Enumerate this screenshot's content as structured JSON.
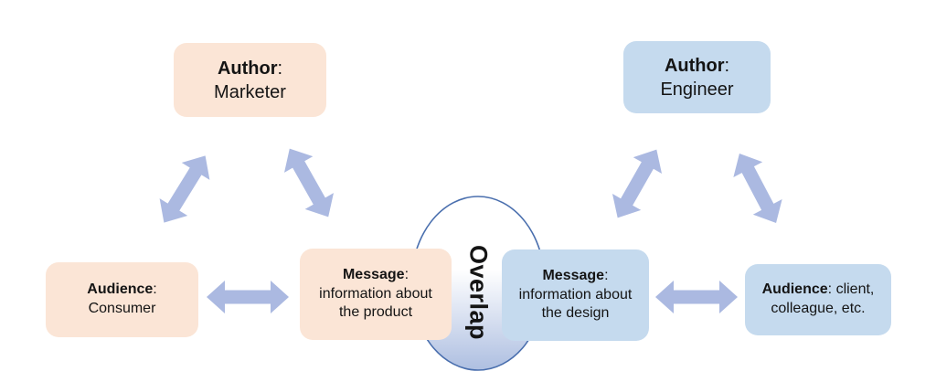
{
  "diagram": {
    "colon": ":",
    "overlap_label": "Overlap",
    "marketer_triangle": {
      "author_label": "Author",
      "author_value": "Marketer",
      "audience_label": "Audience",
      "audience_value": "Consumer",
      "message_label": "Message",
      "message_value": "information about the product"
    },
    "engineer_triangle": {
      "author_label": "Author",
      "author_value": "Engineer",
      "audience_label": "Audience",
      "audience_value": "client, colleague, etc.",
      "message_label": "Message",
      "message_value": "information about the design"
    },
    "colors": {
      "peach_box": "#fbe5d6",
      "blue_box": "#c5daee",
      "arrow": "#abb9e1",
      "ellipse_stroke": "#4a6fae",
      "ellipse_fill_top": "#ffffff",
      "ellipse_fill_bottom": "#aebfe1",
      "text": "#141414",
      "background": "#ffffff"
    }
  }
}
